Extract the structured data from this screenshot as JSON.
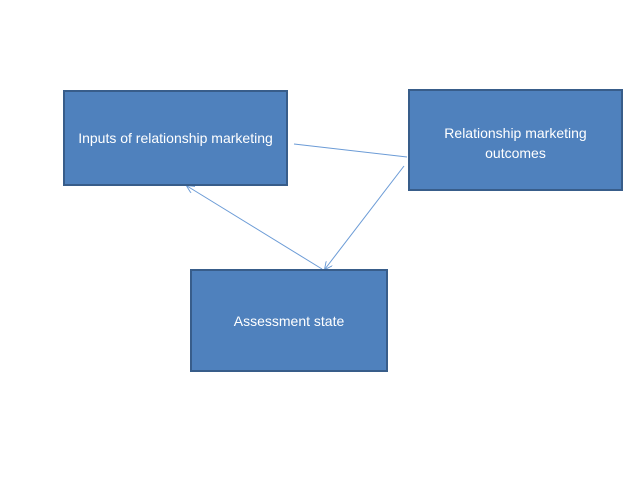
{
  "diagram": {
    "nodes": {
      "inputs": {
        "label": "Inputs of relationship marketing"
      },
      "outcomes": {
        "label": "Relationship marketing outcomes"
      },
      "assessment": {
        "label": "Assessment state"
      }
    },
    "edges": [
      {
        "from": "inputs",
        "to": "outcomes",
        "arrow": "none"
      },
      {
        "from": "outcomes",
        "to": "assessment",
        "arrow": "to"
      },
      {
        "from": "assessment",
        "to": "inputs",
        "arrow": "to"
      }
    ],
    "colors": {
      "node_fill": "#4f81bd",
      "node_border": "#385d8a",
      "node_text": "#ffffff",
      "connector": "#6b9bd6"
    }
  }
}
